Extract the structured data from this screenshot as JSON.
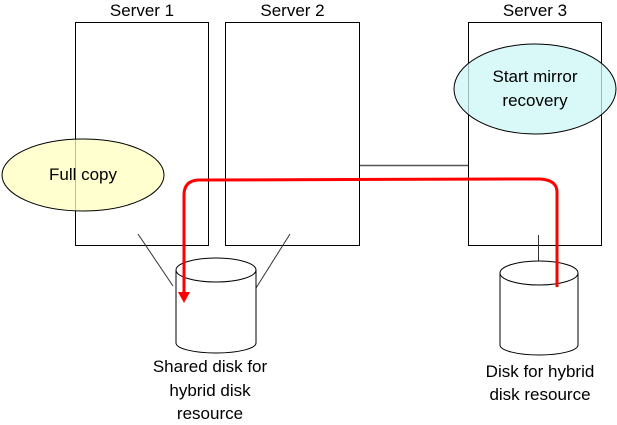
{
  "servers": [
    {
      "label": "Server 1"
    },
    {
      "label": "Server 2"
    },
    {
      "label": "Server 3"
    }
  ],
  "callouts": {
    "full_copy": "Full copy",
    "start_mirror_line1": "Start mirror",
    "start_mirror_line2": "recovery"
  },
  "disks": {
    "shared": {
      "line1": "Shared disk for",
      "line2": "hybrid disk",
      "line3": "resource"
    },
    "local": {
      "line1": "Disk for hybrid",
      "line2": "disk resource"
    }
  },
  "colors": {
    "copy_path": "#ff0000",
    "full_copy_fill": "#ffffc0",
    "start_mirror_fill": "#ccf5f5"
  }
}
